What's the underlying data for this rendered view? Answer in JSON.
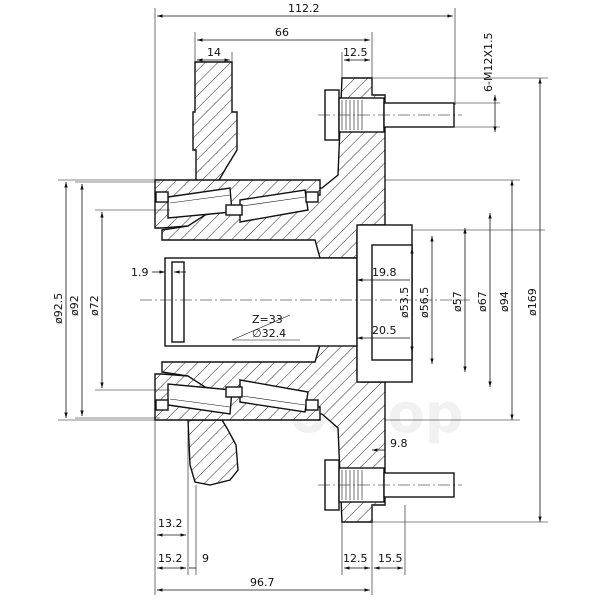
{
  "dimensions": {
    "overall_width_top": "112.2",
    "flange_offset": "66",
    "ring_width": "14",
    "flange_thickness_top": "12.5",
    "bolt_thread": "6-M12X1.5",
    "bore_step": "1.9",
    "inner_depth": "19.8",
    "inner_recess": "20.5",
    "teeth": "Z=33",
    "spline_dia": "∅32.4",
    "dia_92_5": "ø92.5",
    "dia_92": "ø92",
    "dia_72": "ø72",
    "dia_53_5": "ø53.5",
    "dia_56_5": "ø56.5",
    "dia_57": "ø57",
    "dia_67": "ø67",
    "dia_94": "ø94",
    "dia_169": "ø169",
    "pilot_length": "9.8",
    "seal_width": "13.2",
    "bottom_left": "15.2",
    "bottom_small": "9",
    "flange_thickness_bottom": "12.5",
    "stud_length": "15.5",
    "overall_width_bottom": "96.7"
  },
  "watermark": "ofoop"
}
